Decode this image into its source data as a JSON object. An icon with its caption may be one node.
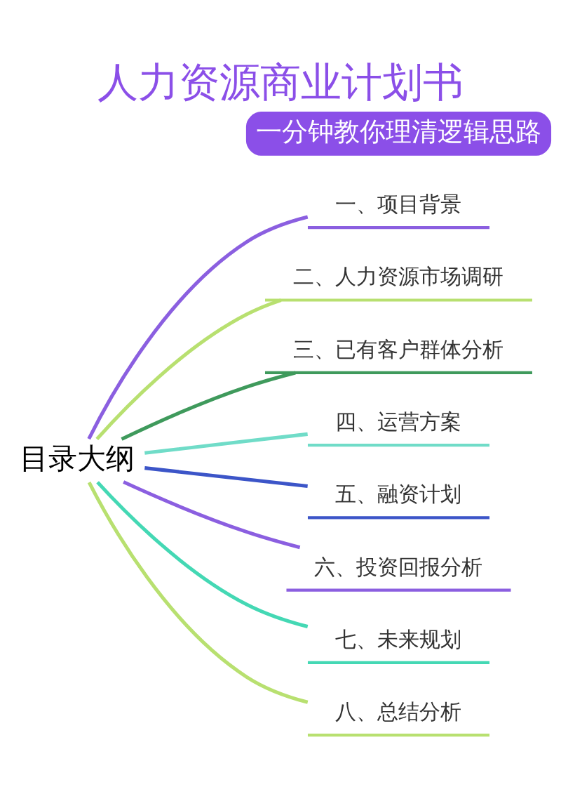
{
  "diagram": {
    "title": "人力资源商业计划书",
    "nodes": [
      {
        "text": [
          "目录大纲"
        ]
      },
      {
        "text": [
          "一、项目背景"
        ]
      },
      {
        "text": [
          "二、人力资源市场调研"
        ]
      },
      {
        "text": [
          "三、已有客户群体分析"
        ]
      },
      {
        "text": [
          "四、运营方案"
        ]
      },
      {
        "text": [
          "五、融资计划"
        ]
      },
      {
        "text": [
          "六、投资回报分析"
        ]
      },
      {
        "text": [
          "七、未来规划"
        ]
      },
      {
        "text": [
          "八、总结分析"
        ]
      }
    ],
    "edges": [
      {
        "from": 0,
        "to": 1,
        "arrow": "none",
        "color": "#8b5fe0"
      },
      {
        "from": 0,
        "to": 2,
        "arrow": "none",
        "color": "#b8e070"
      },
      {
        "from": 0,
        "to": 3,
        "arrow": "none",
        "color": "#3f9a5c"
      },
      {
        "from": 0,
        "to": 4,
        "arrow": "none",
        "color": "#70dcc8"
      },
      {
        "from": 0,
        "to": 5,
        "arrow": "none",
        "color": "#3c55c8"
      },
      {
        "from": 0,
        "to": 6,
        "arrow": "none",
        "color": "#8b5fe0"
      },
      {
        "from": 0,
        "to": 7,
        "arrow": "none",
        "color": "#44d8b4"
      },
      {
        "from": 0,
        "to": 8,
        "arrow": "none",
        "color": "#b8e070"
      }
    ],
    "labels": [
      "一分钟教你理清逻辑思路"
    ]
  }
}
